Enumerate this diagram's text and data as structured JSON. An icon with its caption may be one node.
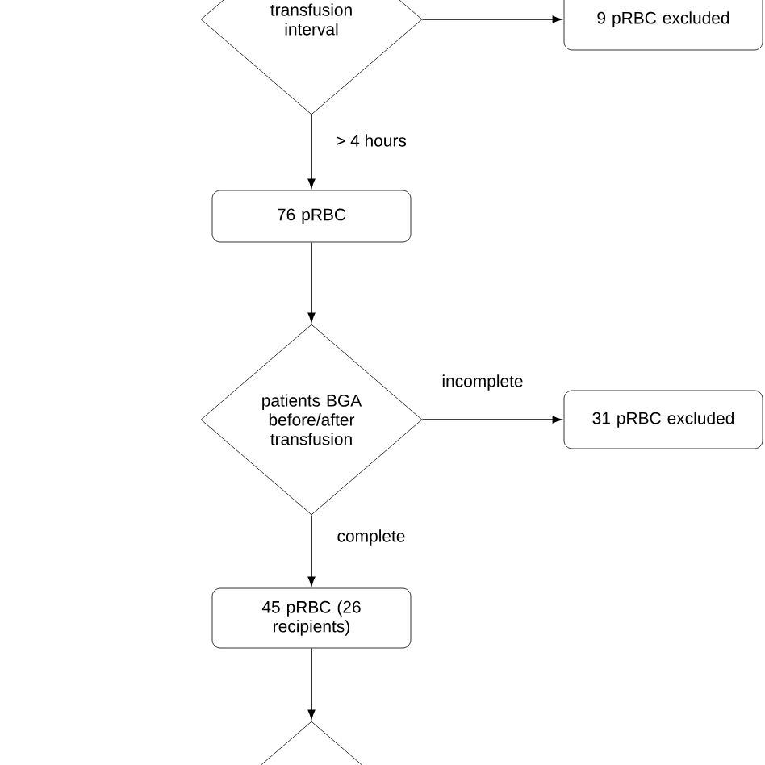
{
  "diagram": {
    "nodes": [
      {
        "text": [
          "transfusion interval"
        ]
      },
      {
        "text": [
          "9 pRBC excluded"
        ]
      },
      {
        "text": [
          "76 pRBC"
        ]
      },
      {
        "text": [
          "patients BGA before/after transfusion"
        ]
      },
      {
        "text": [
          "31 pRBC excluded"
        ]
      },
      {
        "text": [
          "45 pRBC (26 recipients)"
        ]
      },
      {
        "text": [],
        "shape": "diamond"
      }
    ],
    "edges": [
      {
        "from": 0,
        "to": 1,
        "arrow": "to"
      },
      {
        "from": 0,
        "to": 2,
        "arrow": "to",
        "label": "> 4 hours"
      },
      {
        "from": 2,
        "to": 3,
        "arrow": "to"
      },
      {
        "from": 3,
        "to": 4,
        "arrow": "to",
        "label": "incomplete"
      },
      {
        "from": 3,
        "to": 5,
        "arrow": "to",
        "label": "complete"
      },
      {
        "from": 5,
        "to": 6,
        "arrow": "to"
      }
    ]
  }
}
